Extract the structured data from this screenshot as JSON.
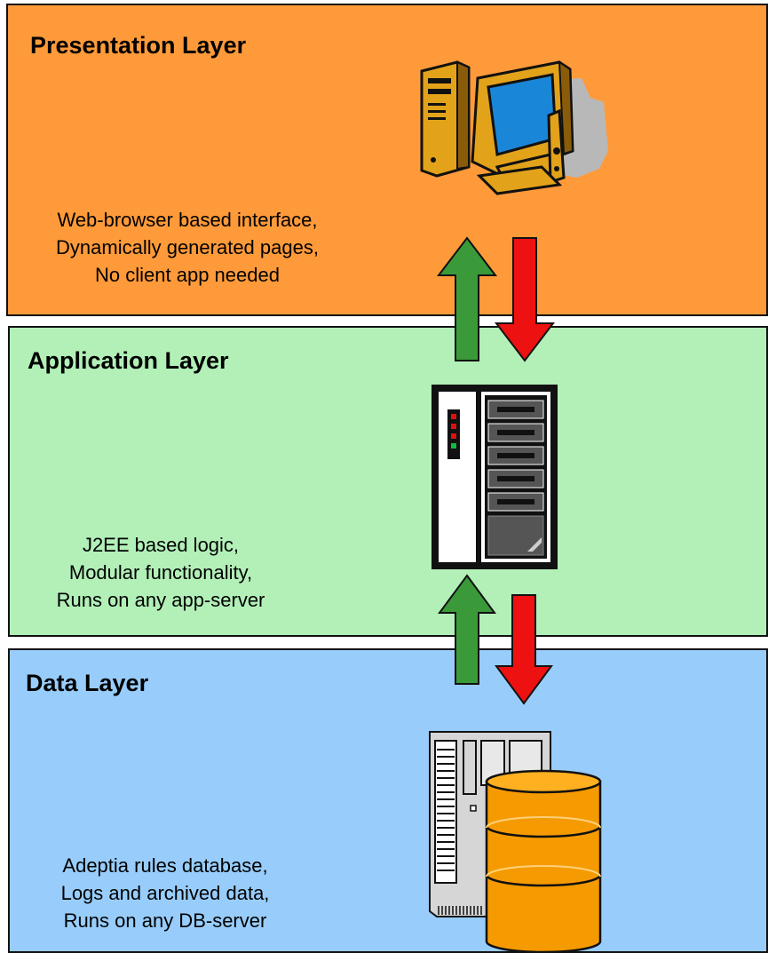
{
  "layers": {
    "presentation": {
      "title": "Presentation Layer",
      "lines": [
        "Web-browser based interface,",
        "Dynamically generated pages,",
        "No client app needed"
      ],
      "color": "#ff9a3a"
    },
    "application": {
      "title": "Application Layer",
      "lines": [
        "J2EE based logic,",
        "Modular functionality,",
        "Runs on any app-server"
      ],
      "color": "#b2f0b8"
    },
    "data": {
      "title": "Data Layer",
      "lines": [
        "Adeptia rules database,",
        "Logs and archived data,",
        "Runs on any DB-server"
      ],
      "color": "#98cdfb"
    }
  },
  "icons": {
    "presentation": "desktop-computer-icon",
    "application": "app-server-icon",
    "data": "database-server-icon"
  },
  "arrows": {
    "up_color": "#3a9a3a",
    "down_color": "#ee1111"
  }
}
